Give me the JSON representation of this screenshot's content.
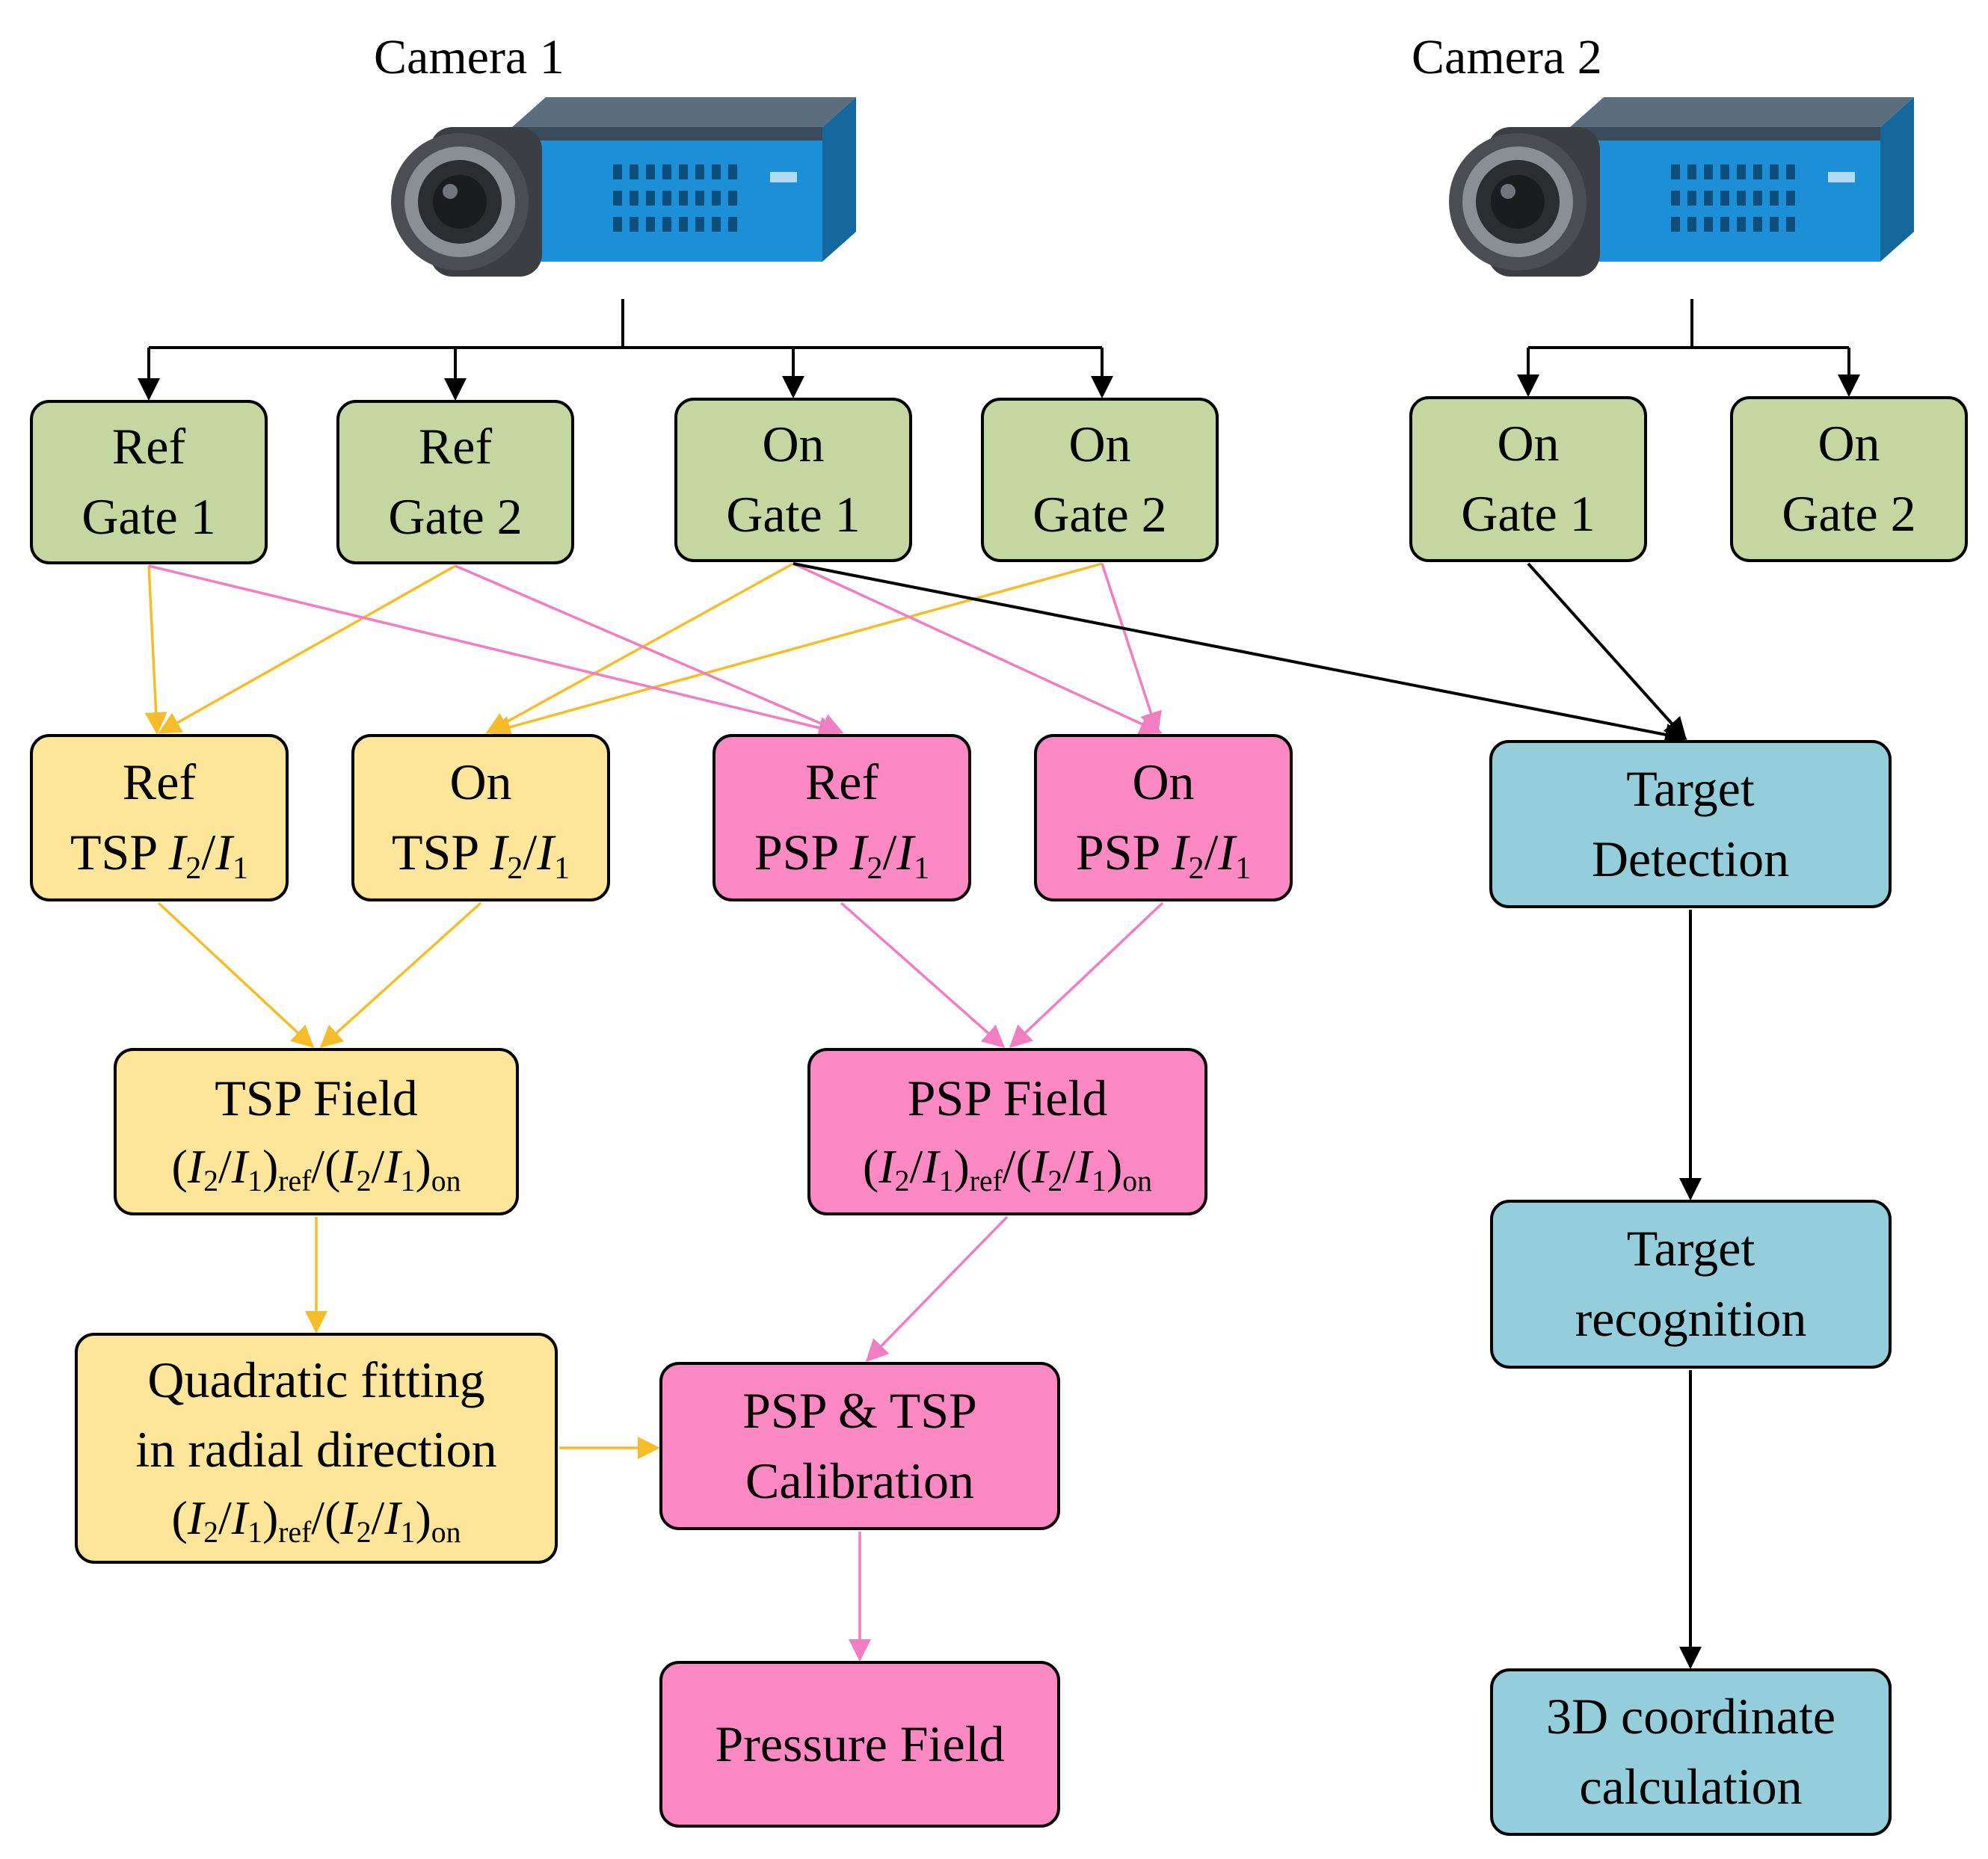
{
  "cameras": {
    "camera1": {
      "label": "Camera 1"
    },
    "camera2": {
      "label": "Camera 2"
    }
  },
  "colors": {
    "gate_fill": "#c4d7a0",
    "tsp_fill": "#fde59a",
    "psp_fill": "#fc88c4",
    "target_fill": "#93ceda",
    "tsp_arrow": "#f6bd2a",
    "psp_arrow": "#f17ec1",
    "black_arrow": "#000000",
    "camera_body": "#1d8fd6"
  },
  "gates": {
    "cam1_ref_gate1": {
      "l1": "Ref",
      "l2": "Gate 1"
    },
    "cam1_ref_gate2": {
      "l1": "Ref",
      "l2": "Gate 2"
    },
    "cam1_on_gate1": {
      "l1": "On",
      "l2": "Gate 1"
    },
    "cam1_on_gate2": {
      "l1": "On",
      "l2": "Gate 2"
    },
    "cam2_on_gate1": {
      "l1": "On",
      "l2": "Gate 1"
    },
    "cam2_on_gate2": {
      "l1": "On",
      "l2": "Gate 2"
    }
  },
  "ratios": {
    "ref_tsp": {
      "l1": "Ref",
      "prefix": "TSP"
    },
    "on_tsp": {
      "l1": "On",
      "prefix": "TSP"
    },
    "ref_psp": {
      "l1": "Ref",
      "prefix": "PSP"
    },
    "on_psp": {
      "l1": "On",
      "prefix": "PSP"
    }
  },
  "symbols": {
    "I": "I",
    "two": "2",
    "one": "1",
    "slash": "/",
    "lp": "(",
    "rp": ")",
    "ref": "ref",
    "on": "on"
  },
  "fields": {
    "tsp_field": {
      "title": "TSP Field"
    },
    "psp_field": {
      "title": "PSP Field"
    }
  },
  "fitting": {
    "l1": "Quadratic fitting",
    "l2": "in radial direction"
  },
  "calibration": {
    "l1": "PSP & TSP",
    "l2": "Calibration"
  },
  "pressure": {
    "title": "Pressure Field"
  },
  "target_detection": {
    "l1": "Target",
    "l2": "Detection"
  },
  "target_recognition": {
    "l1": "Target",
    "l2": "recognition"
  },
  "coordinate": {
    "l1": "3D coordinate",
    "l2": "calculation"
  }
}
